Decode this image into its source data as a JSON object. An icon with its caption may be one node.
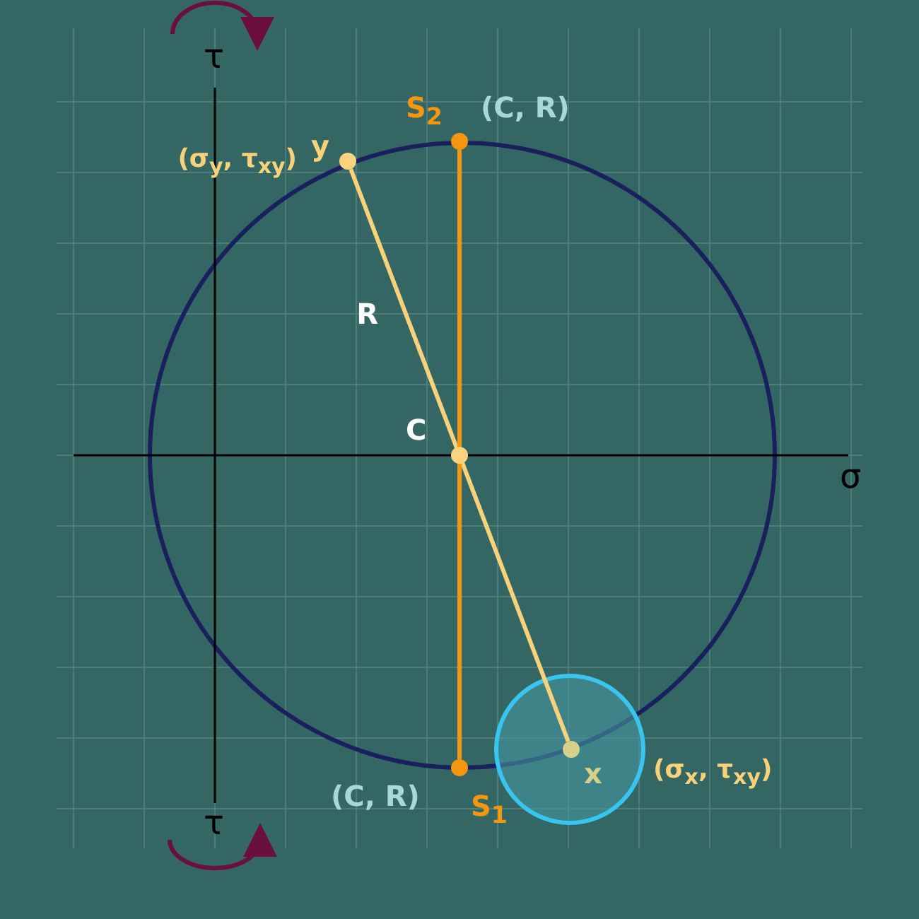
{
  "diagram": {
    "nodes": [
      {
        "text": [],
        "shape": "circle",
        "beside": [
          "(σ$_{y}$, τ$_{xy}$)",
          "y"
        ]
      },
      {
        "text": [],
        "shape": "circle",
        "beside": [
          "S$_{2}$",
          "(C, R)"
        ]
      },
      {
        "text": [],
        "shape": "circle",
        "beside": [
          "C"
        ]
      },
      {
        "text": [],
        "shape": "circle",
        "beside": [
          "x",
          "(σ$_{x}$, τ$_{xy}$)"
        ]
      },
      {
        "text": [],
        "shape": "circle",
        "beside": [
          "(C, R)",
          "S$_{1}$"
        ]
      }
    ],
    "edges": [
      {
        "from": 0,
        "to": 3,
        "arrow": "none",
        "label": "R",
        "color": "#f7d27a"
      },
      {
        "from": 1,
        "to": 4,
        "arrow": "none",
        "color": "#f5960f"
      }
    ],
    "labels": [
      "τ",
      "σ",
      "τ"
    ]
  }
}
